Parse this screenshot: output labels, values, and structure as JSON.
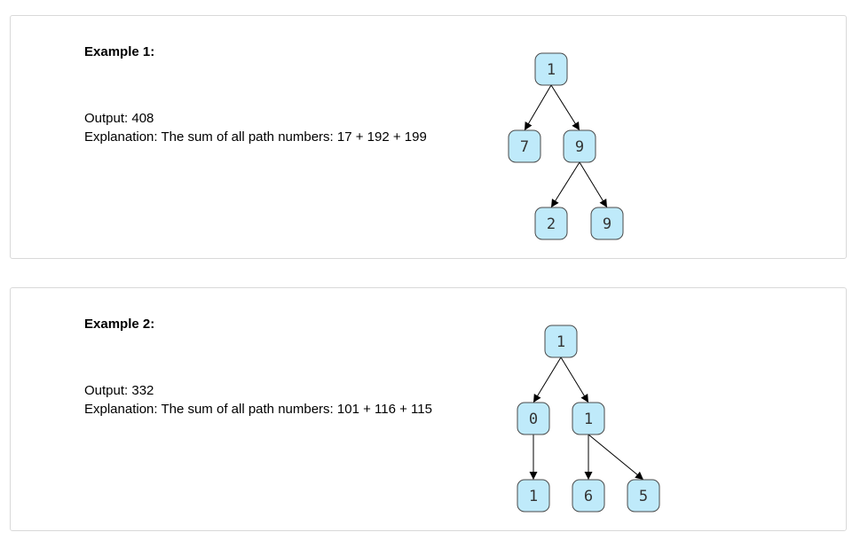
{
  "examples": [
    {
      "title": "Example 1:",
      "output": "Output: 408",
      "explanation": "Explanation: The sum of all path numbers: 17 + 192 + 199",
      "nodes": [
        {
          "id": "a",
          "label": "1"
        },
        {
          "id": "b",
          "label": "7"
        },
        {
          "id": "c",
          "label": "9"
        },
        {
          "id": "d",
          "label": "2"
        },
        {
          "id": "e",
          "label": "9"
        }
      ],
      "edges": [
        [
          "a",
          "b"
        ],
        [
          "a",
          "c"
        ],
        [
          "c",
          "d"
        ],
        [
          "c",
          "e"
        ]
      ]
    },
    {
      "title": "Example 2:",
      "output": "Output: 332",
      "explanation": "Explanation: The sum of all path numbers: 101 + 116 + 115",
      "nodes": [
        {
          "id": "a",
          "label": "1"
        },
        {
          "id": "b",
          "label": "0"
        },
        {
          "id": "c",
          "label": "1"
        },
        {
          "id": "d",
          "label": "1"
        },
        {
          "id": "e",
          "label": "6"
        },
        {
          "id": "f",
          "label": "5"
        }
      ],
      "edges": [
        [
          "a",
          "b"
        ],
        [
          "a",
          "c"
        ],
        [
          "b",
          "d"
        ],
        [
          "c",
          "e"
        ],
        [
          "c",
          "f"
        ]
      ]
    }
  ],
  "colors": {
    "node_fill": "#bfeafa",
    "node_stroke": "#4a4a4a",
    "edge": "#000000"
  }
}
